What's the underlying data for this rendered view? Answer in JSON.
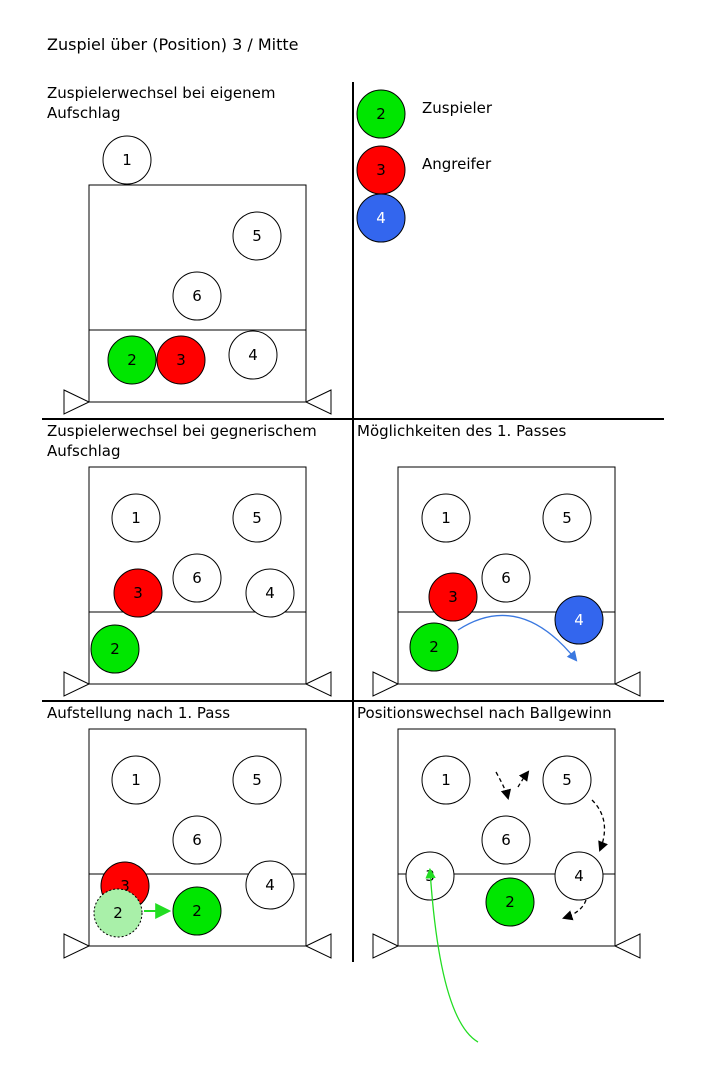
{
  "title": "Zuspiel über (Position) 3 / Mitte",
  "colors": {
    "setter": "#00e600",
    "attacker": "#ff0000",
    "blue": "#3366ee",
    "setter_ghost": "#a9f0a9",
    "player": "#ffffff",
    "arrow_blue": "#3a78e0",
    "arrow_green": "#22dd22",
    "arrow_black": "#000000"
  },
  "legend": {
    "items": [
      {
        "number": "2",
        "label": "Zuspieler",
        "role": "setter"
      },
      {
        "number": "3",
        "label": "Angreifer",
        "role": "attacker"
      },
      {
        "number": "4",
        "label": "",
        "role": "blue"
      }
    ]
  },
  "panels": [
    {
      "id": "own-serve",
      "title_lines": [
        "Zuspielerwechsel bei eigenem",
        "Aufschlag"
      ],
      "players": [
        {
          "number": "1",
          "role": "player"
        },
        {
          "number": "5",
          "role": "player"
        },
        {
          "number": "6",
          "role": "player"
        },
        {
          "number": "2",
          "role": "setter"
        },
        {
          "number": "3",
          "role": "attacker"
        },
        {
          "number": "4",
          "role": "player"
        }
      ]
    },
    {
      "id": "opponent-serve",
      "title_lines": [
        "Zuspielerwechsel bei gegnerischem",
        "Aufschlag"
      ],
      "players": [
        {
          "number": "1",
          "role": "player"
        },
        {
          "number": "5",
          "role": "player"
        },
        {
          "number": "6",
          "role": "player"
        },
        {
          "number": "3",
          "role": "attacker"
        },
        {
          "number": "4",
          "role": "player"
        },
        {
          "number": "2",
          "role": "setter"
        }
      ]
    },
    {
      "id": "first-pass-options",
      "title_lines": [
        "Möglichkeiten des 1. Passes"
      ],
      "players": [
        {
          "number": "1",
          "role": "player"
        },
        {
          "number": "5",
          "role": "player"
        },
        {
          "number": "6",
          "role": "player"
        },
        {
          "number": "3",
          "role": "attacker"
        },
        {
          "number": "2",
          "role": "setter"
        },
        {
          "number": "4",
          "role": "blue"
        }
      ]
    },
    {
      "id": "after-first-pass",
      "title_lines": [
        "Aufstellung nach 1. Pass"
      ],
      "players": [
        {
          "number": "1",
          "role": "player"
        },
        {
          "number": "5",
          "role": "player"
        },
        {
          "number": "6",
          "role": "player"
        },
        {
          "number": "4",
          "role": "player"
        },
        {
          "number": "3",
          "role": "attacker"
        },
        {
          "number": "2",
          "role": "setter_ghost"
        },
        {
          "number": "2",
          "role": "setter"
        }
      ]
    },
    {
      "id": "rotation-after-win",
      "title_lines": [
        "Positionswechsel nach Ballgewinn"
      ],
      "players": [
        {
          "number": "1",
          "role": "player"
        },
        {
          "number": "5",
          "role": "player"
        },
        {
          "number": "6",
          "role": "player"
        },
        {
          "number": "3",
          "role": "player"
        },
        {
          "number": "4",
          "role": "player"
        },
        {
          "number": "2",
          "role": "setter"
        }
      ]
    }
  ]
}
